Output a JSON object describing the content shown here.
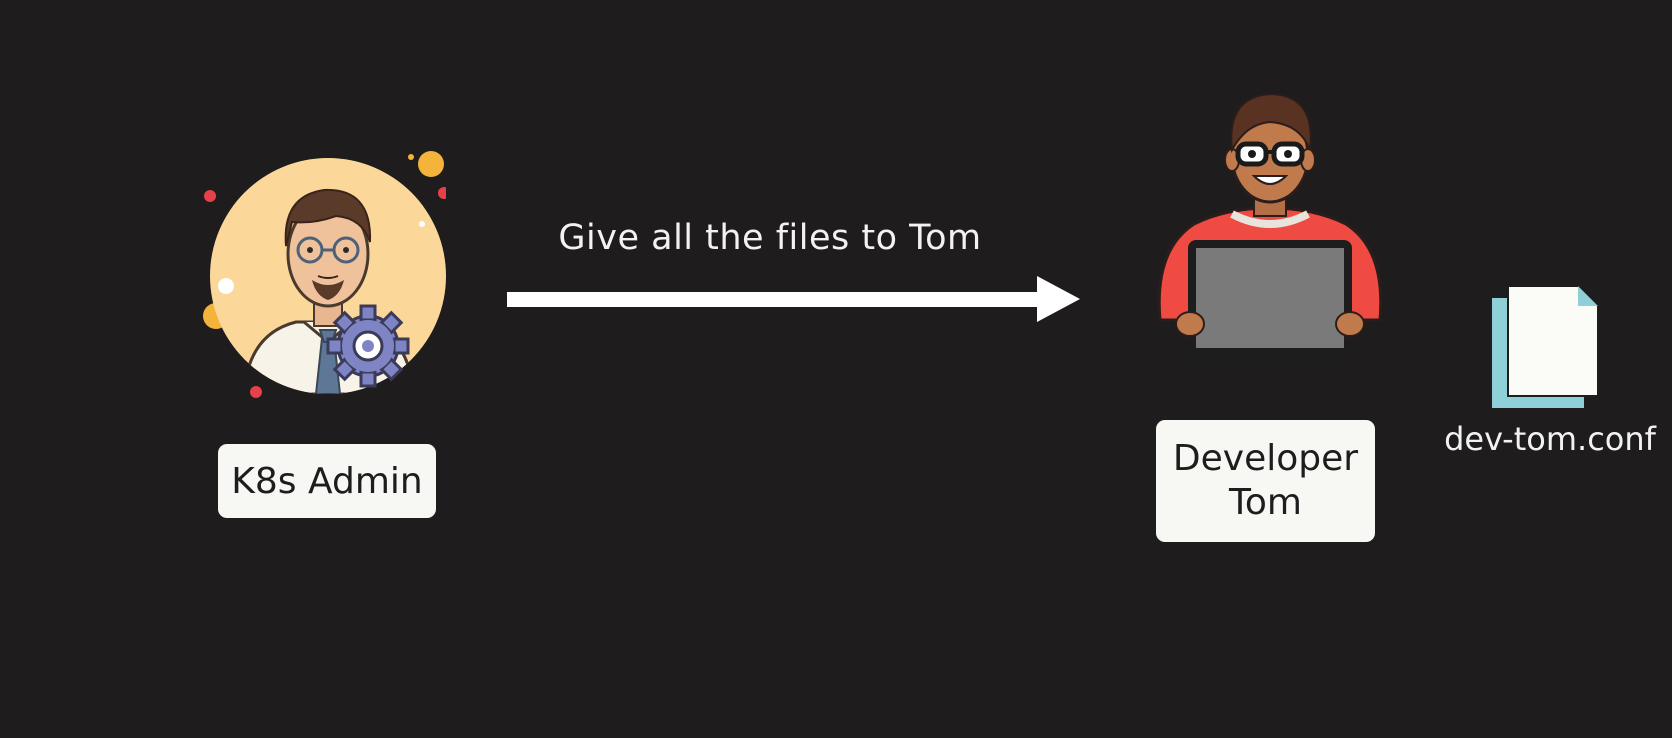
{
  "admin": {
    "label": "K8s Admin",
    "icon": "admin-with-gear-icon"
  },
  "message": {
    "text": "Give all the files to Tom",
    "icon": "right-arrow-icon"
  },
  "developer": {
    "label_line1": "Developer",
    "label_line2": "Tom",
    "icon": "developer-with-laptop-icon"
  },
  "file": {
    "name": "dev-tom.conf",
    "icon": "document-stack-icon"
  },
  "colors": {
    "background": "#1e1c1d",
    "label_box": "#f7f7f4",
    "admin_circle": "#fbd79a",
    "developer_shirt": "#ef4b42",
    "file_back": "#8fd0d8"
  }
}
